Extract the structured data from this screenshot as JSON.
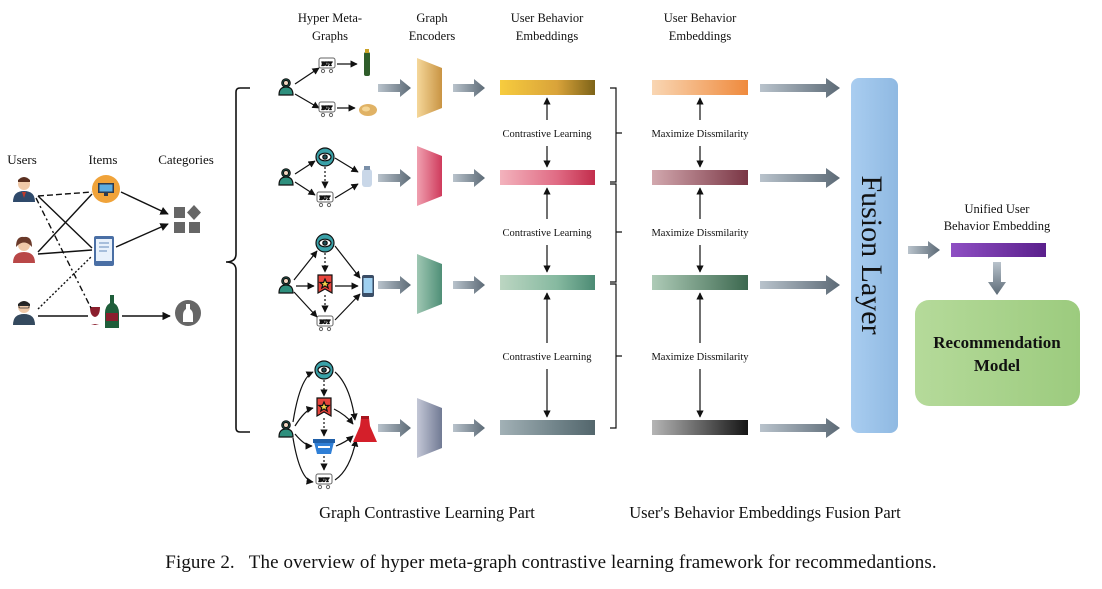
{
  "left": {
    "users_label": "Users",
    "items_label": "Items",
    "categories_label": "Categories"
  },
  "headers": {
    "hyper_meta_graphs": [
      "Hyper Meta-",
      "Graphs"
    ],
    "graph_encoders": [
      "Graph",
      "Encoders"
    ],
    "embeddings_1": [
      "User Behavior",
      "Embeddings"
    ],
    "embeddings_2": [
      "User Behavior",
      "Embeddings"
    ]
  },
  "contrastive_labels": [
    "Contrastive Learning",
    "Contrastive Learning",
    "Contrastive Learning"
  ],
  "dissimilarity_labels": [
    "Maximize Dissmilarity",
    "Maximize Dissmilarity",
    "Maximize Dissmilarity"
  ],
  "fusion_layer_label": "Fusion Layer",
  "unified": [
    "Unified User",
    "Behavior Embedding"
  ],
  "recommendation": [
    "Recommendation",
    "Model"
  ],
  "part_labels": {
    "graph_part": "Graph Contrastive Learning Part",
    "fusion_part": "User's Behavior Embeddings Fusion Part"
  },
  "buy_label": "BUY",
  "caption": {
    "label": "Figure 2.",
    "text": "The overview of hyper meta-graph contrastive learning framework for recommedantions."
  },
  "colors": {
    "fusion_layer": "#9cc3e6",
    "recommendation": "#a9d18e",
    "unified": "#7030a0",
    "row1": [
      "#f5c53b",
      "#d9a441",
      "#8a6d1e"
    ],
    "row2": [
      "#f2a7b3",
      "#e0607a",
      "#c7304f"
    ],
    "row3": [
      "#b7d3bd",
      "#7fb59b",
      "#4e8f78"
    ],
    "row4": [
      "#9aaab0",
      "#6d8086",
      "#55686e"
    ],
    "fused1": [
      "#f8cfa8",
      "#f3a065",
      "#ef8a3d"
    ],
    "fused2": [
      "#c89ba3",
      "#9b5a66",
      "#7e3a47"
    ],
    "fused3": [
      "#a8c4b2",
      "#5f8d73",
      "#3e6b52"
    ],
    "fused4": [
      "#a8a8a8",
      "#555555",
      "#1a1a1a"
    ]
  },
  "icons": [
    "person-icon",
    "computer-icon",
    "tablet-icon",
    "wine-icon",
    "category-grid-icon",
    "bottle-category-icon",
    "eye-icon",
    "buy-cart-icon",
    "star-badge-icon",
    "basket-icon",
    "shoe-icon",
    "bread-icon",
    "phone-icon",
    "bottle-icon",
    "dress-icon"
  ]
}
